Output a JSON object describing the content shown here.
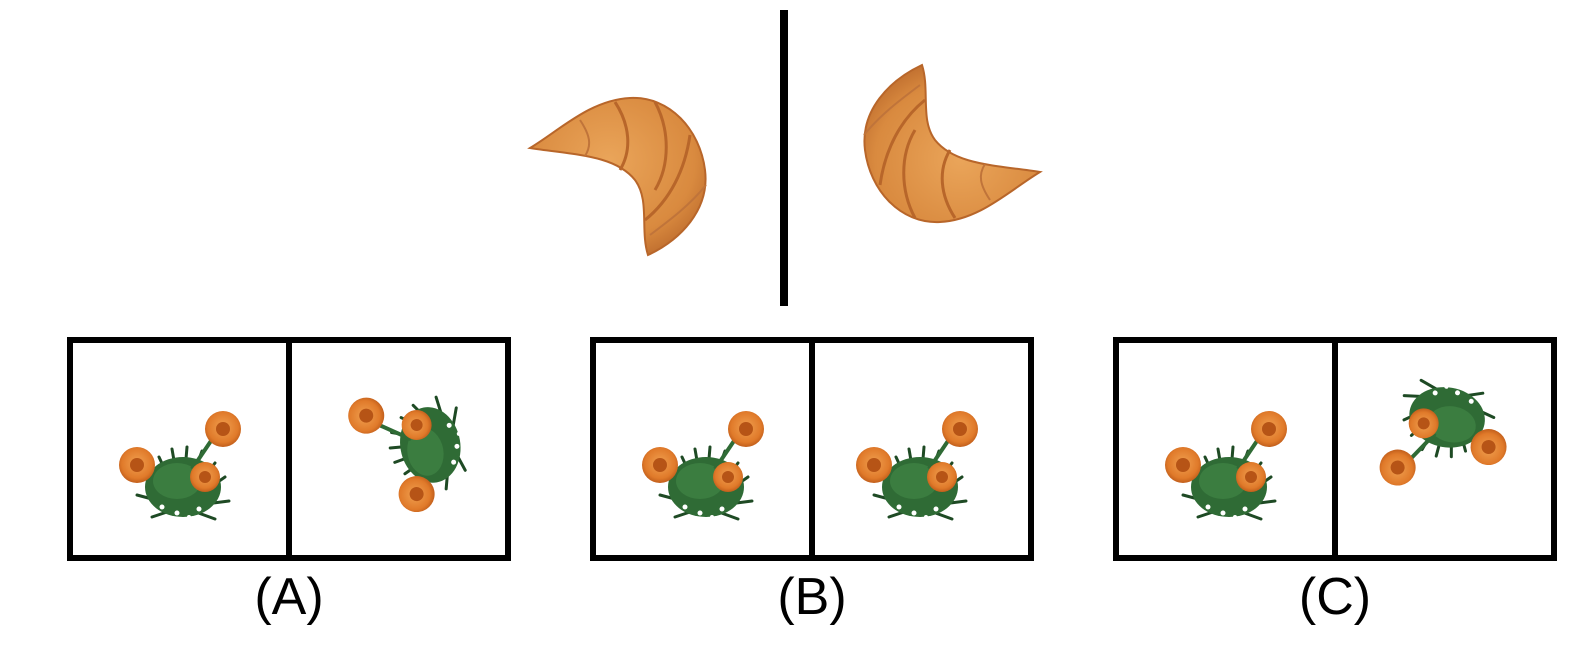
{
  "example": {
    "left_icon": "croissant-icon",
    "right_icon": "croissant-mirrored-icon"
  },
  "options": [
    {
      "label": "(A)",
      "left_icon": "flower-bush-icon",
      "right_icon": "flower-bush-rotated-icon"
    },
    {
      "label": "(B)",
      "left_icon": "flower-bush-icon",
      "right_icon": "flower-bush-icon"
    },
    {
      "label": "(C)",
      "left_icon": "flower-bush-icon",
      "right_icon": "flower-bush-flipped-icon"
    }
  ],
  "colors": {
    "croissant": "#d98a3f",
    "croissant_shadow": "#b8662a",
    "petal": "#e07a2a",
    "petal_dark": "#b65416",
    "leaf": "#2f6b35",
    "leaf_dark": "#1e4a24",
    "outline": "#000000"
  }
}
